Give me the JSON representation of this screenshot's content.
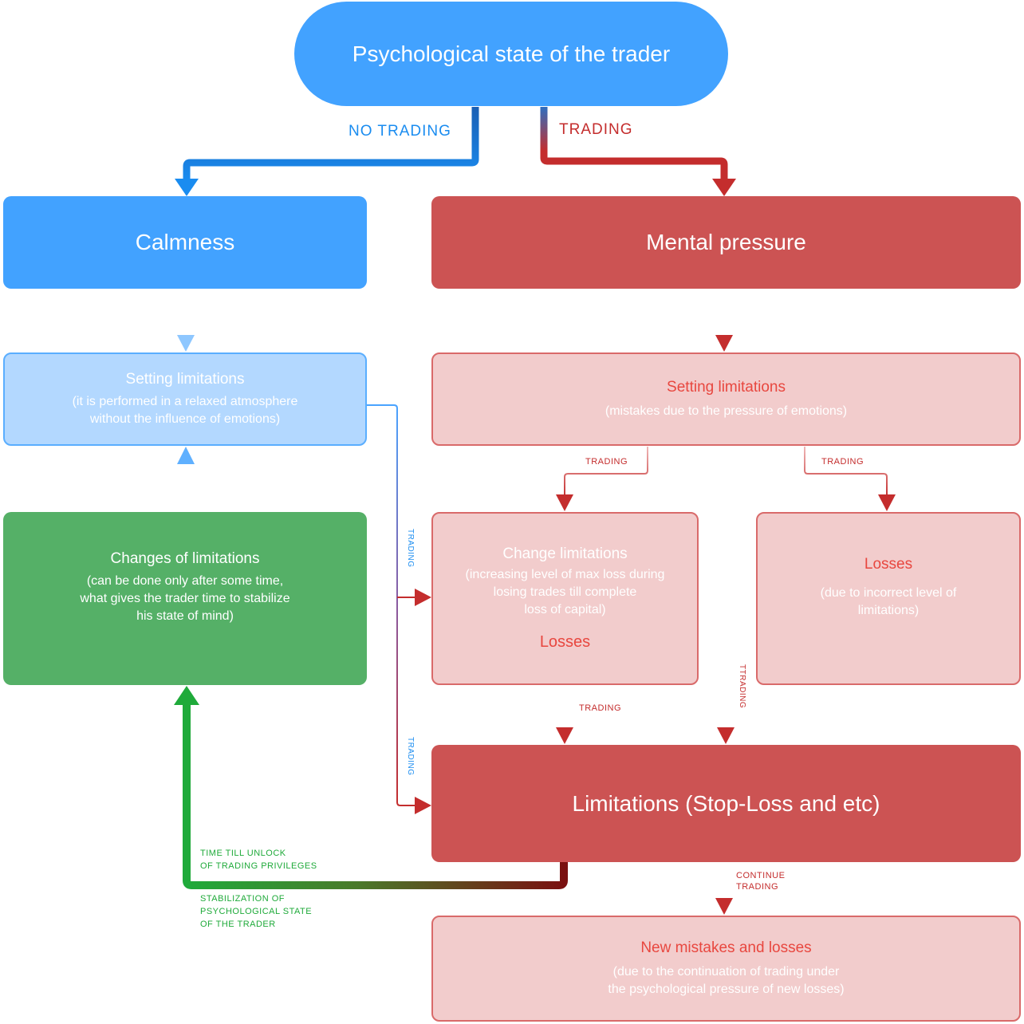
{
  "top": {
    "title": "Psychological state of the trader"
  },
  "branch_labels": {
    "no_trading": "NO TRADING",
    "trading": "TRADING"
  },
  "calmness": {
    "title": "Calmness"
  },
  "mental_pressure": {
    "title": "Mental pressure"
  },
  "setting_blue": {
    "title": "Setting limitations",
    "text": "(it is performed in a relaxed atmosphere\nwithout the influence of emotions)"
  },
  "setting_red": {
    "title": "Setting limitations",
    "text": "(mistakes due to the pressure of emotions)"
  },
  "changes": {
    "title": "Changes of limitations",
    "text": "(can be done only after some time,\nwhat gives the trader time to stabilize\nhis state of mind)"
  },
  "change_limits": {
    "title": "Change limitations",
    "text": "(increasing level of max loss during\nlosing trades till complete\nloss of capital)",
    "losses": "Losses"
  },
  "losses_box": {
    "title": "Losses",
    "text": "(due to incorrect level of\nlimitations)"
  },
  "limitations": {
    "title": "Limitations (Stop-Loss and etc)"
  },
  "new_mistakes": {
    "title": "New mistakes and losses",
    "text": "(due to the continuation of trading under\nthe psychological pressure of new losses)"
  },
  "edge_labels": {
    "trading_left": "TRADING",
    "trading_right": "TRADING",
    "trading_blue_1": "TRADING",
    "trading_blue_2": "TRADING",
    "trading_mid": "TRADING",
    "ttrading": "TTRADING",
    "continue": "CONTINUE\nTRADING",
    "time_unlock": "TIME TILL UNLOCK\nOF TRADING PRIVILEGES",
    "stabilization": "STABILIZATION OF\nPSYCHOLOGICAL STATE\nOF THE TRADER"
  },
  "colors": {
    "blue": "#42a2ff",
    "blue_light": "#b3d8ff",
    "red": "#cc5353",
    "red_light": "#f2cccc",
    "green": "#55b067",
    "arrow_red": "#c42d2d",
    "arrow_blue": "#1a8cf0",
    "arrow_green": "#1faa3a"
  }
}
